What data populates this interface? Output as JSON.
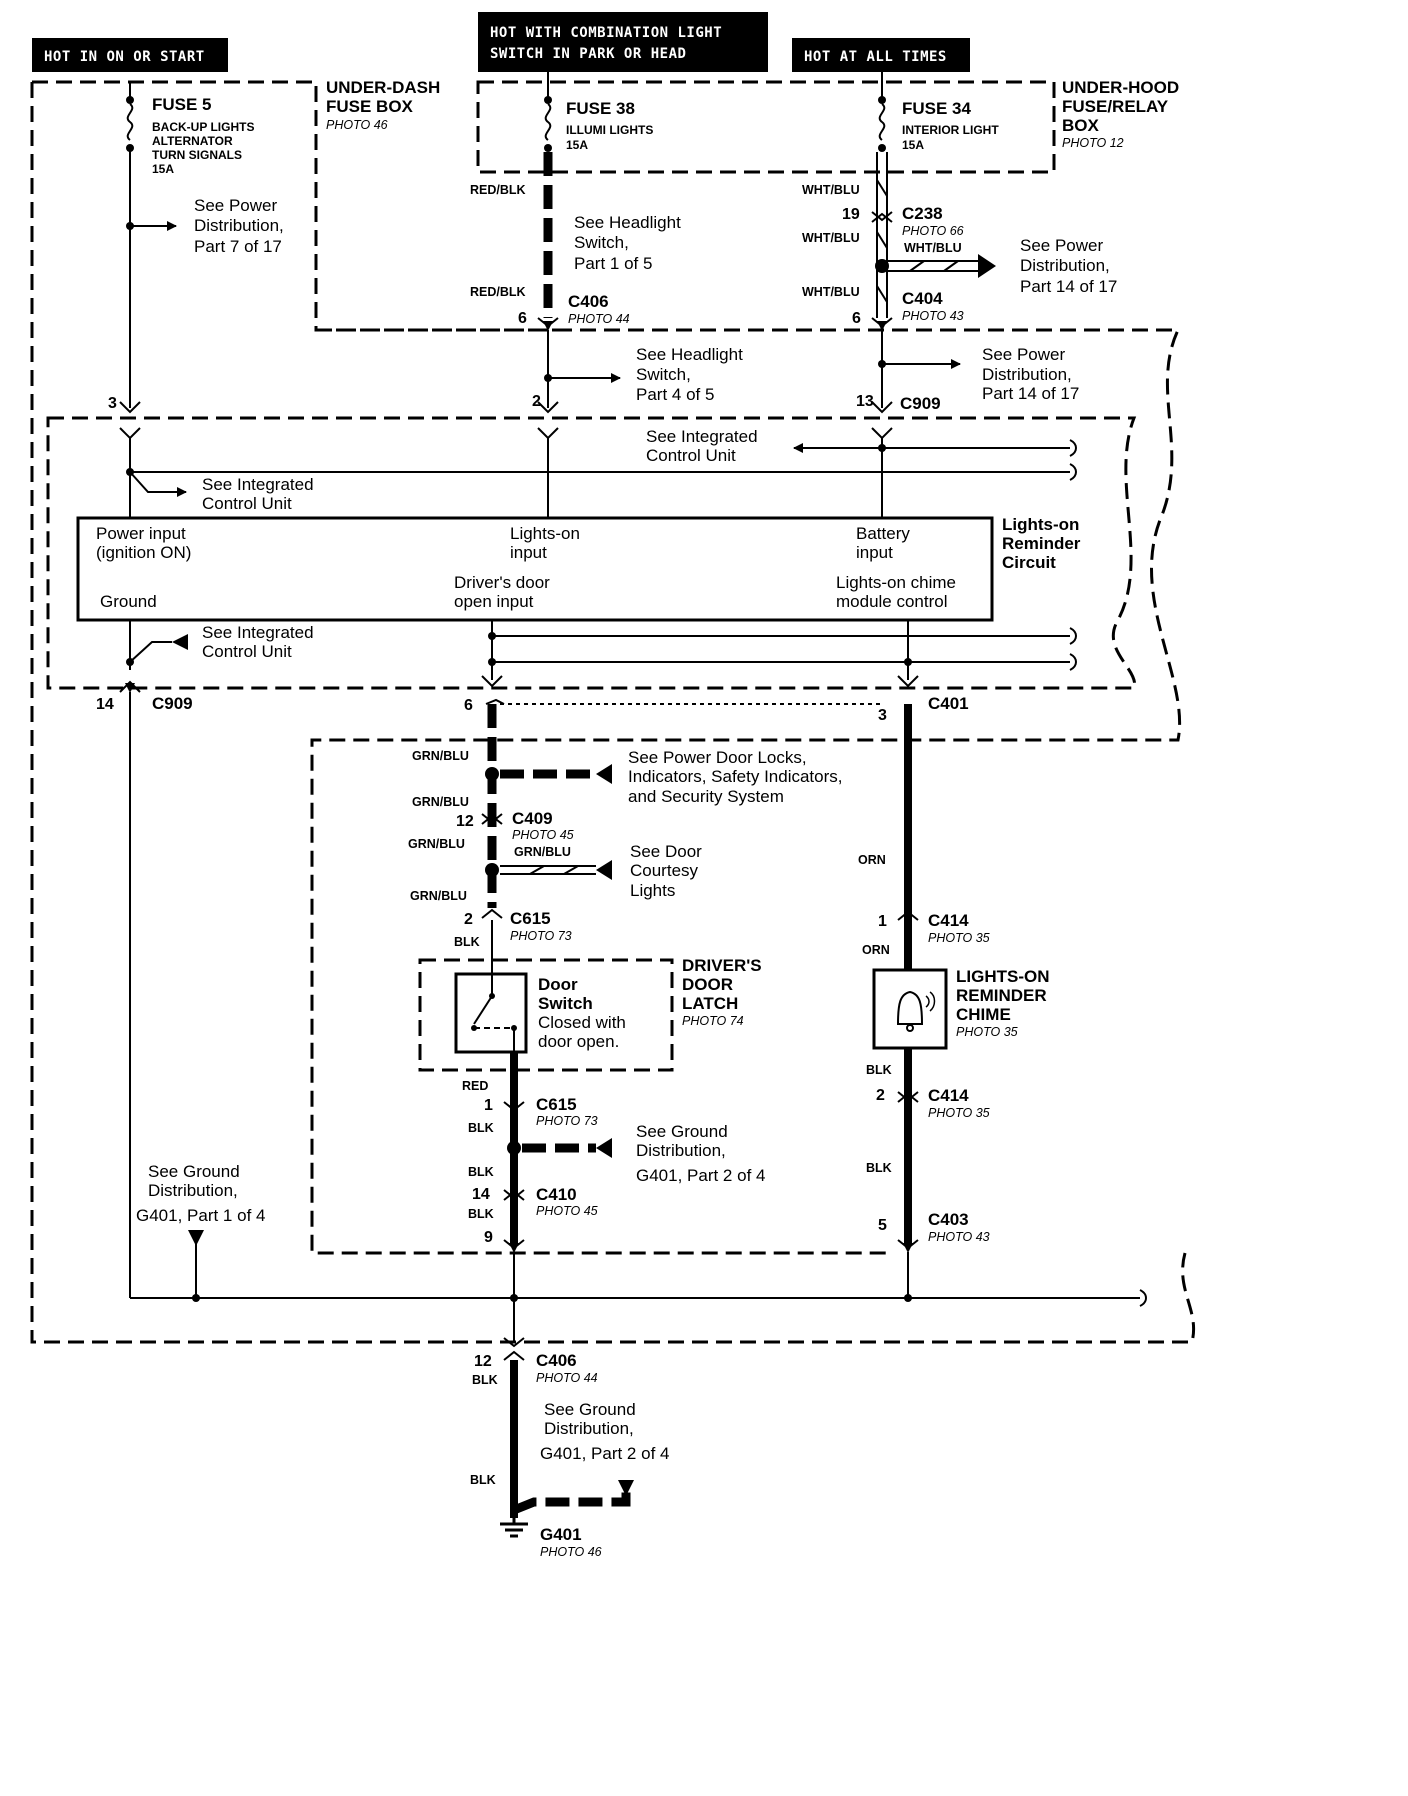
{
  "headers": {
    "ign": "HOT IN ON OR START",
    "comb_1": "HOT WITH COMBINATION LIGHT",
    "comb_2": "SWITCH IN PARK OR HEAD",
    "always": "HOT AT ALL TIMES"
  },
  "boxes": {
    "underdash_1": "UNDER-DASH",
    "underdash_2": "FUSE BOX",
    "underdash_photo": "PHOTO 46",
    "underhood_1": "UNDER-HOOD",
    "underhood_2": "FUSE/RELAY",
    "underhood_3": "BOX",
    "underhood_photo": "PHOTO 12"
  },
  "fuses": {
    "f5_name": "FUSE 5",
    "f5_1": "BACK-UP LIGHTS",
    "f5_2": "ALTERNATOR",
    "f5_3": "TURN SIGNALS",
    "f5_4": "15A",
    "f38_name": "FUSE 38",
    "f38_1": "ILLUMI LIGHTS",
    "f38_2": "15A",
    "f34_name": "FUSE 34",
    "f34_1": "INTERIOR LIGHT",
    "f34_2": "15A"
  },
  "wires": {
    "red_blk": "RED/BLK",
    "wht_blu": "WHT/BLU",
    "grn_blu": "GRN/BLU",
    "blk": "BLK",
    "red": "RED",
    "orn": "ORN"
  },
  "connectors": {
    "c406": "C406",
    "c238": "C238",
    "c404": "C404",
    "c909": "C909",
    "c401": "C401",
    "c409": "C409",
    "c615": "C615",
    "c410": "C410",
    "c414": "C414",
    "c403": "C403",
    "g401": "G401",
    "photo44": "PHOTO 44",
    "photo66": "PHOTO 66",
    "photo43": "PHOTO 43",
    "photo45": "PHOTO 45",
    "photo73": "PHOTO 73",
    "photo35": "PHOTO 35",
    "photo74": "PHOTO 74",
    "photo46": "PHOTO 46"
  },
  "pins": {
    "p19": "19",
    "p6": "6",
    "p3": "3",
    "p2": "2",
    "p13": "13",
    "p14": "14",
    "p12": "12",
    "p1": "1",
    "p9": "9",
    "p5": "5"
  },
  "refs": {
    "pd7_1": "See Power",
    "pd7_2": "Distribution,",
    "pd7_3": "Part 7 of 17",
    "hs1_1": "See Headlight",
    "hs1_2": "Switch,",
    "hs1_3": "Part 1 of 5",
    "pd14a_1": "See Power",
    "pd14a_2": "Distribution,",
    "pd14a_3": "Part 14 of 17",
    "hs4_1": "See Headlight",
    "hs4_2": "Switch,",
    "hs4_3": "Part 4 of 5",
    "pd14b_1": "See Power",
    "pd14b_2": "Distribution,",
    "pd14b_3": "Part 14 of 17",
    "icu_1": "See Integrated",
    "icu_2": "Control Unit",
    "pdl_1": "See Power Door Locks,",
    "pdl_2": "Indicators, Safety Indicators,",
    "pdl_3": "and Security System",
    "dcl_1": "See Door",
    "dcl_2": "Courtesy",
    "dcl_3": "Lights",
    "gd2_1": "See Ground",
    "gd2_2": "Distribution,",
    "gd2_3": "G401, Part 2 of 4",
    "gd1_1": "See Ground",
    "gd1_2": "Distribution,",
    "gd1_3": "G401, Part 1 of 4"
  },
  "circuit": {
    "power_1": "Power input",
    "power_2": "(ignition ON)",
    "lights_1": "Lights-on",
    "lights_2": "input",
    "battery_1": "Battery",
    "battery_2": "input",
    "ground": "Ground",
    "door_1": "Driver's door",
    "door_2": "open input",
    "chime_1": "Lights-on chime",
    "chime_2": "module control",
    "title_1": "Lights-on",
    "title_2": "Reminder",
    "title_3": "Circuit"
  },
  "components": {
    "sw_1": "Door",
    "sw_2": "Switch",
    "sw_3": "Closed with",
    "sw_4": "door open.",
    "latch_1": "DRIVER'S",
    "latch_2": "DOOR",
    "latch_3": "LATCH",
    "chime_1": "LIGHTS-ON",
    "chime_2": "REMINDER",
    "chime_3": "CHIME"
  }
}
